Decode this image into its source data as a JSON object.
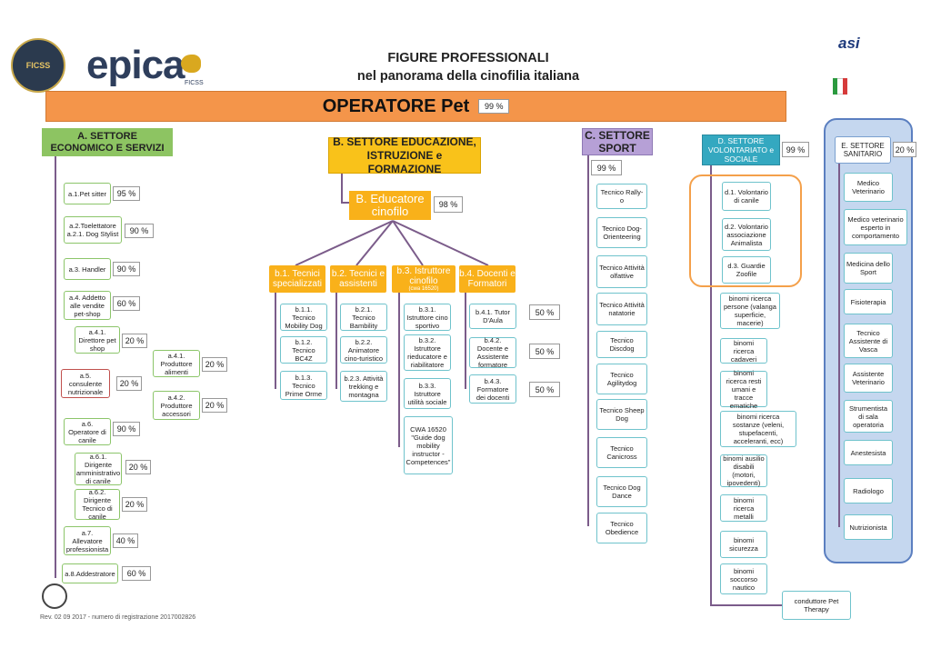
{
  "logos": {
    "epica": "epica",
    "epica_sub": "FICSS",
    "ficss_seal": "FICSS",
    "asi": "asi"
  },
  "title": {
    "line1": "FIGURE PROFESSIONALI",
    "line2": "nel panorama della cinofilia italiana"
  },
  "banner": {
    "label": "OPERATORE Pet",
    "pct": "99 %"
  },
  "sector_a": {
    "header": "A. SETTORE\nECONOMICO E SERVIZI",
    "items": [
      {
        "label": "a.1.Pet sitter",
        "pct": "95 %"
      },
      {
        "label": "a.2.Toelettatore\na.2.1. Dog Stylist",
        "pct": "90 %"
      },
      {
        "label": "a.3. Handler",
        "pct": "90 %"
      },
      {
        "label": "a.4. Addetto alle vendite pet-shop",
        "pct": "60 %"
      },
      {
        "label": "a.4.1. Direttore pet shop",
        "pct": "20 %"
      },
      {
        "label": "a.4.1. Produttore alimenti",
        "pct": "20 %"
      },
      {
        "label": "a.5. consulente nutrizionale",
        "pct": "20 %"
      },
      {
        "label": "a.4.2. Produttore accessori",
        "pct": "20 %"
      },
      {
        "label": "a.6. Operatore di canile",
        "pct": "90 %"
      },
      {
        "label": "a.6.1. Dirigente amministrativo di canile",
        "pct": "20 %"
      },
      {
        "label": "a.6.2. Dirigente Tecnico di canile",
        "pct": "20 %"
      },
      {
        "label": "a.7. Allevatore professionista",
        "pct": "40 %"
      },
      {
        "label": "a.8.Addestratore",
        "pct": "60 %"
      }
    ]
  },
  "sector_b": {
    "header": "B. SETTORE EDUCAZIONE,\nISTRUZIONE e FORMAZIONE",
    "educatore": {
      "label": "B. Educatore\ncinofilo",
      "pct": "98 %"
    },
    "subs": [
      {
        "label": "b.1. Tecnici\nspecializzati",
        "items": [
          "b.1.1. Tecnico Mobility Dog",
          "b.1.2. Tecnico BC4Z",
          "b.1.3. Tecnico Prime Orme"
        ]
      },
      {
        "label": "b.2. Tecnici e\nassistenti",
        "items": [
          "b.2.1. Tecnico Bambility",
          "b.2.2. Animatore cino-turistico",
          "b.2.3. Attività trekking e montagna"
        ]
      },
      {
        "label": "b.3. Istruttore\ncinofilo",
        "label_note": "(cwa 16520)",
        "items": [
          "b.3.1. Istruttore cino sportivo",
          "b.3.2. Istruttore rieducatore e riabilitatore",
          "b.3.3. Istruttore utilità sociale",
          "CWA 16520 \"Guide dog mobility instructor - Competences\""
        ]
      },
      {
        "label": "b.4. Docenti e\nFormatori",
        "items": [
          "b.4.1. Tutor D'Aula",
          "b.4.2. Docente e Assistente formatore",
          "b.4.3. Formatore dei docenti"
        ],
        "pcts": [
          "50 %",
          "50 %",
          "50 %"
        ]
      }
    ]
  },
  "sector_c": {
    "header": "C. SETTORE\nSPORT",
    "pct": "99 %",
    "items": [
      "Tecnico Rally-o",
      "Tecnico Dog-Orienteering",
      "Tecnico Attività olfattive",
      "Tecnico Attività natatorie",
      "Tecnico Discdog",
      "Tecnico Agilitydog",
      "Tecnico Sheep Dog",
      "Tecnico Canicross",
      "Tecnico Dog Dance",
      "Tecnico Obedience"
    ]
  },
  "sector_d": {
    "header": "D. SETTORE\nVOLONTARIATO e\nSOCIALE",
    "pct": "99 %",
    "grouped": [
      "d.1. Volontario di canile",
      "d.2. Volontario associazione Animalista",
      "d.3. Guardie Zoofile"
    ],
    "items": [
      "binomi ricerca persone (valanga superficie, macerie)",
      "binomi ricerca cadaveri",
      "binomi ricerca resti umani e tracce ematiche",
      "binomi ricerca sostanze (veleni, stupefacenti, acceleranti, ecc)",
      "binomi ausilio disabili (motori, ipovedenti)",
      "binomi ricerca metalli",
      "binomi sicurezza",
      "binomi soccorso nautico"
    ],
    "extra": "conduttore Pet Therapy"
  },
  "sector_e": {
    "header": "E. SETTORE\nSANITARIO",
    "pct": "20 %",
    "items": [
      "Medico Veterinario",
      "Medico veterinario esperto in comportamento",
      "Medicina dello Sport",
      "Fisioterapia",
      "Tecnico Assistente di Vasca",
      "Assistente Veterinario",
      "Strumentista di sala operatoria",
      "Anestesista",
      "Radiologo",
      "Nutrizionista"
    ]
  },
  "footer": "Rev. 02 09 2017 - numero di registrazione 2017002826",
  "colors": {
    "banner": "#f4954a",
    "sector_a": "#8dc462",
    "sector_b": "#f9c21a",
    "sector_c": "#b6a0d6",
    "sector_d": "#34a8c0",
    "sector_e_bg": "#c5d7ef",
    "connector": "#7b5c8a"
  }
}
